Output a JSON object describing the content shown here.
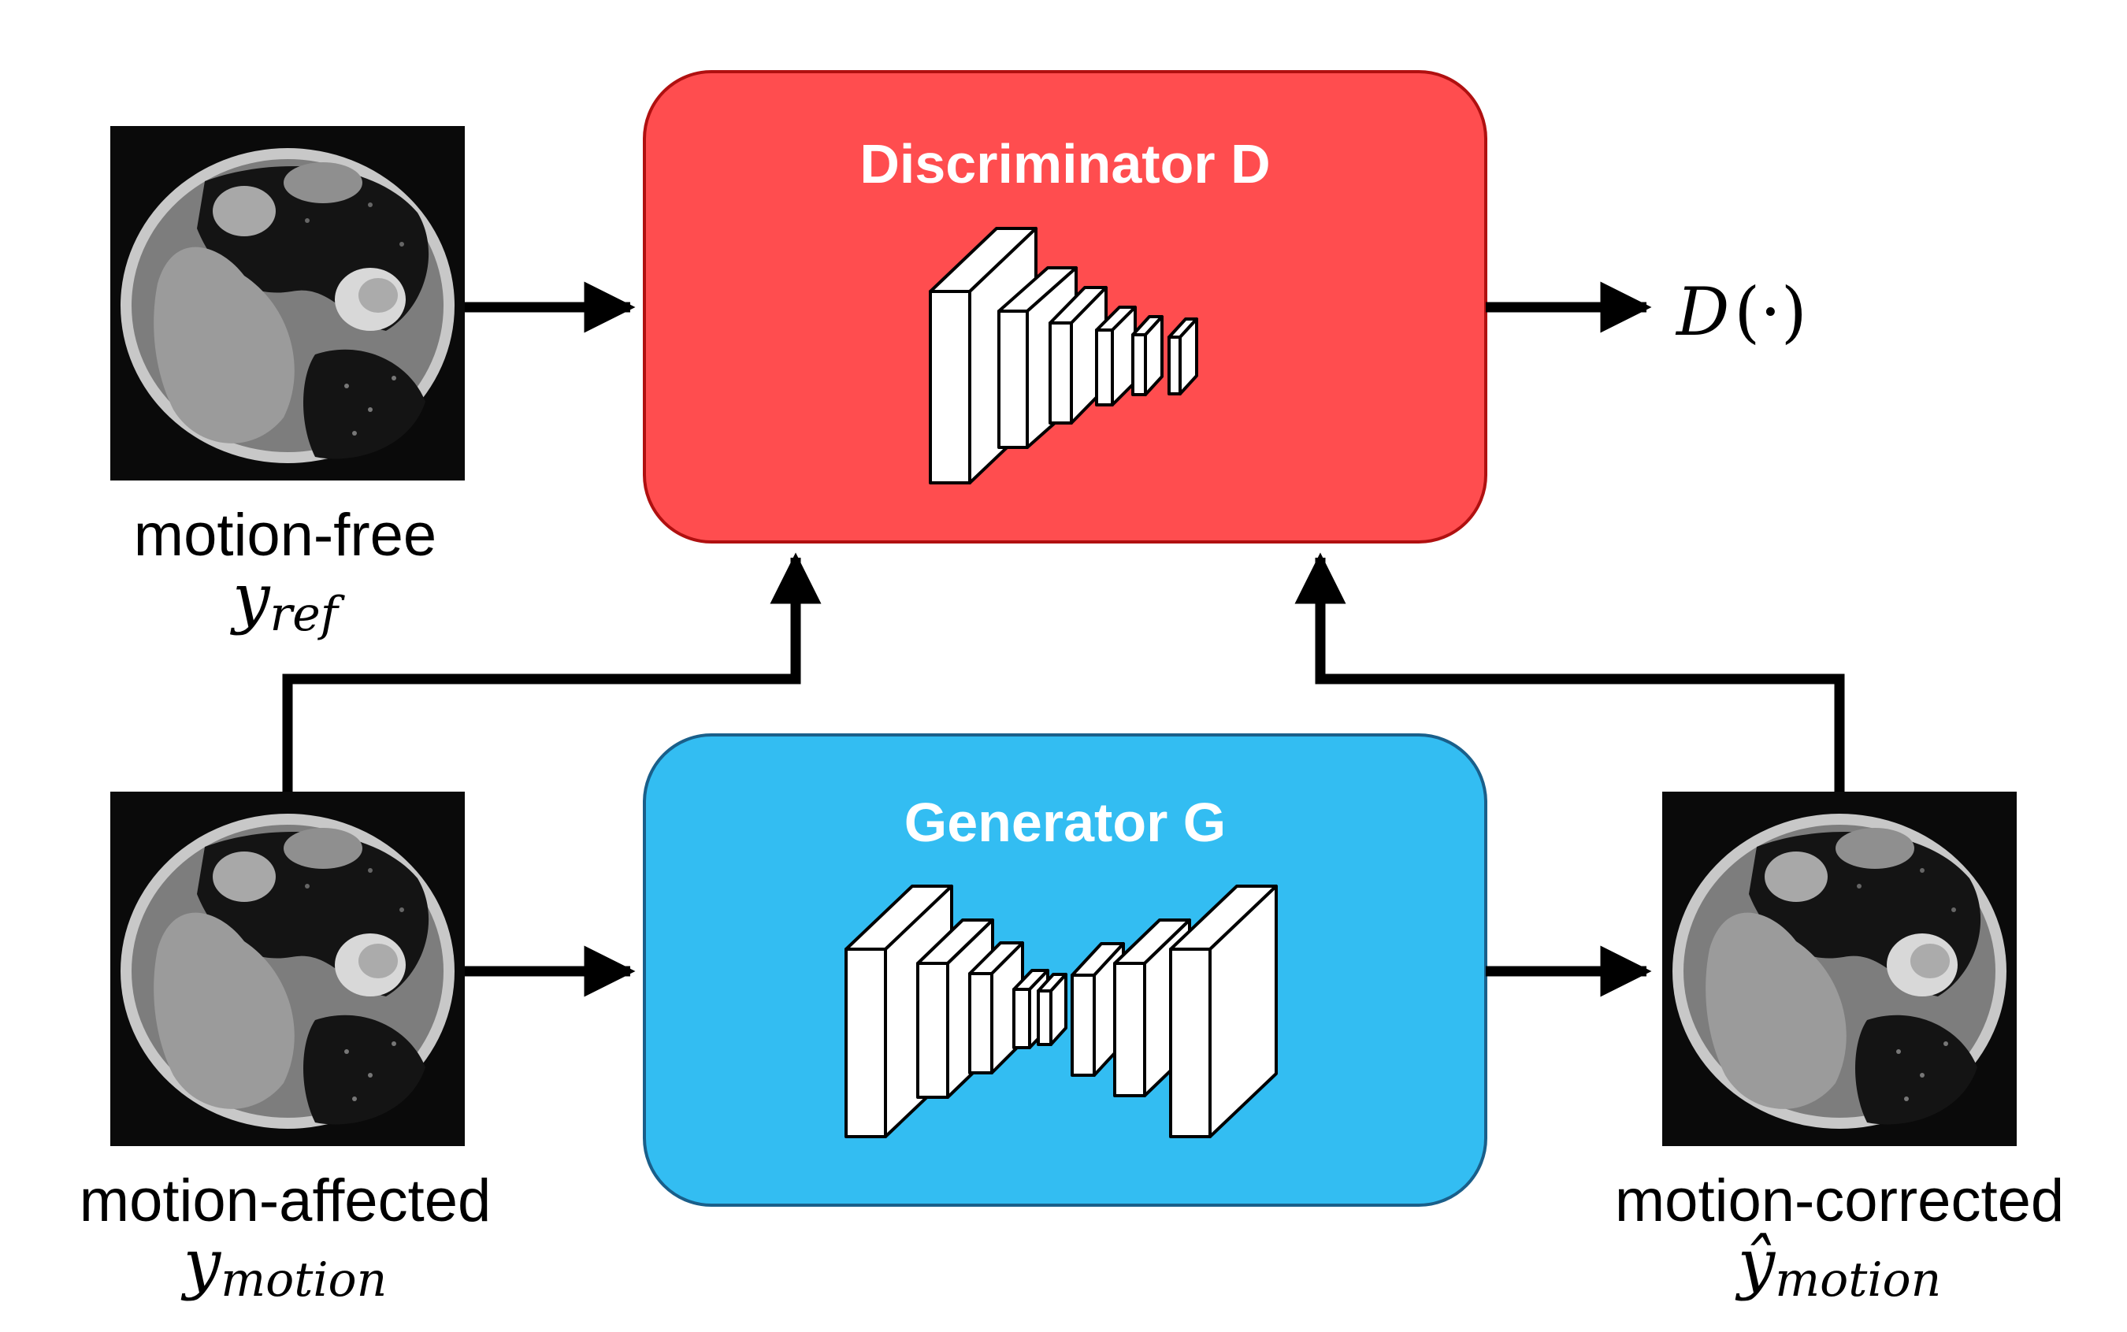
{
  "discriminator": {
    "title": "Discriminator D",
    "color": "#ff4d4f",
    "border": "#b01010"
  },
  "generator": {
    "title": "Generator G",
    "color": "#33bdf2",
    "border": "#1a5f8a"
  },
  "output": {
    "symbol": "D",
    "arg": "(·)"
  },
  "images": {
    "reference": {
      "label": "motion-free",
      "var": "y",
      "sub": "ref"
    },
    "affected": {
      "label": "motion-affected",
      "var": "y",
      "sub": "motion"
    },
    "corrected": {
      "label": "motion-corrected",
      "var": "ŷ",
      "sub": "motion"
    }
  }
}
